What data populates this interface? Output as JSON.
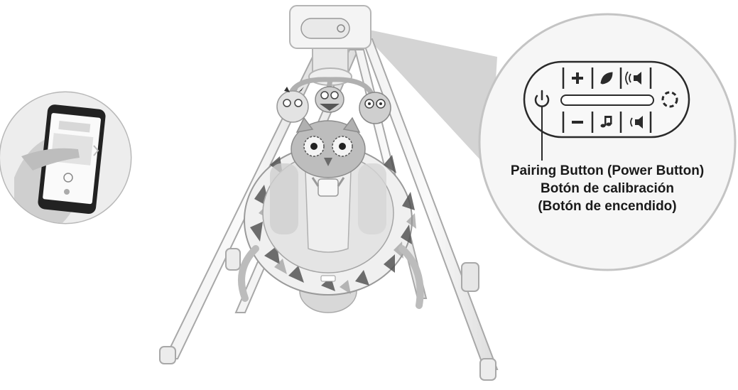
{
  "callout": {
    "line1": "Pairing Button (Power Button)",
    "line2": "Botón de calibración",
    "line3": "(Botón de encendido)"
  },
  "control_panel": {
    "buttons": [
      {
        "name": "power-button",
        "icon": "power-icon"
      },
      {
        "name": "plus-button",
        "icon": "plus-icon"
      },
      {
        "name": "minus-button",
        "icon": "minus-icon"
      },
      {
        "name": "nature-sounds-button",
        "icon": "leaf-icon"
      },
      {
        "name": "music-button",
        "icon": "music-note-icon"
      },
      {
        "name": "volume-up-button",
        "icon": "speaker-loud-icon"
      },
      {
        "name": "volume-down-button",
        "icon": "speaker-soft-icon"
      },
      {
        "name": "calibration-button",
        "icon": "dashed-circle-icon"
      }
    ]
  },
  "phone": {
    "icon": "smartphone-app-icon",
    "signal_icon": "wireless-signal-icon"
  },
  "colors": {
    "outline": "#bdbdbd",
    "text": "#1a1a1a",
    "fabric_light": "#e6e6e6",
    "fabric_dark": "#4a4a4a"
  }
}
